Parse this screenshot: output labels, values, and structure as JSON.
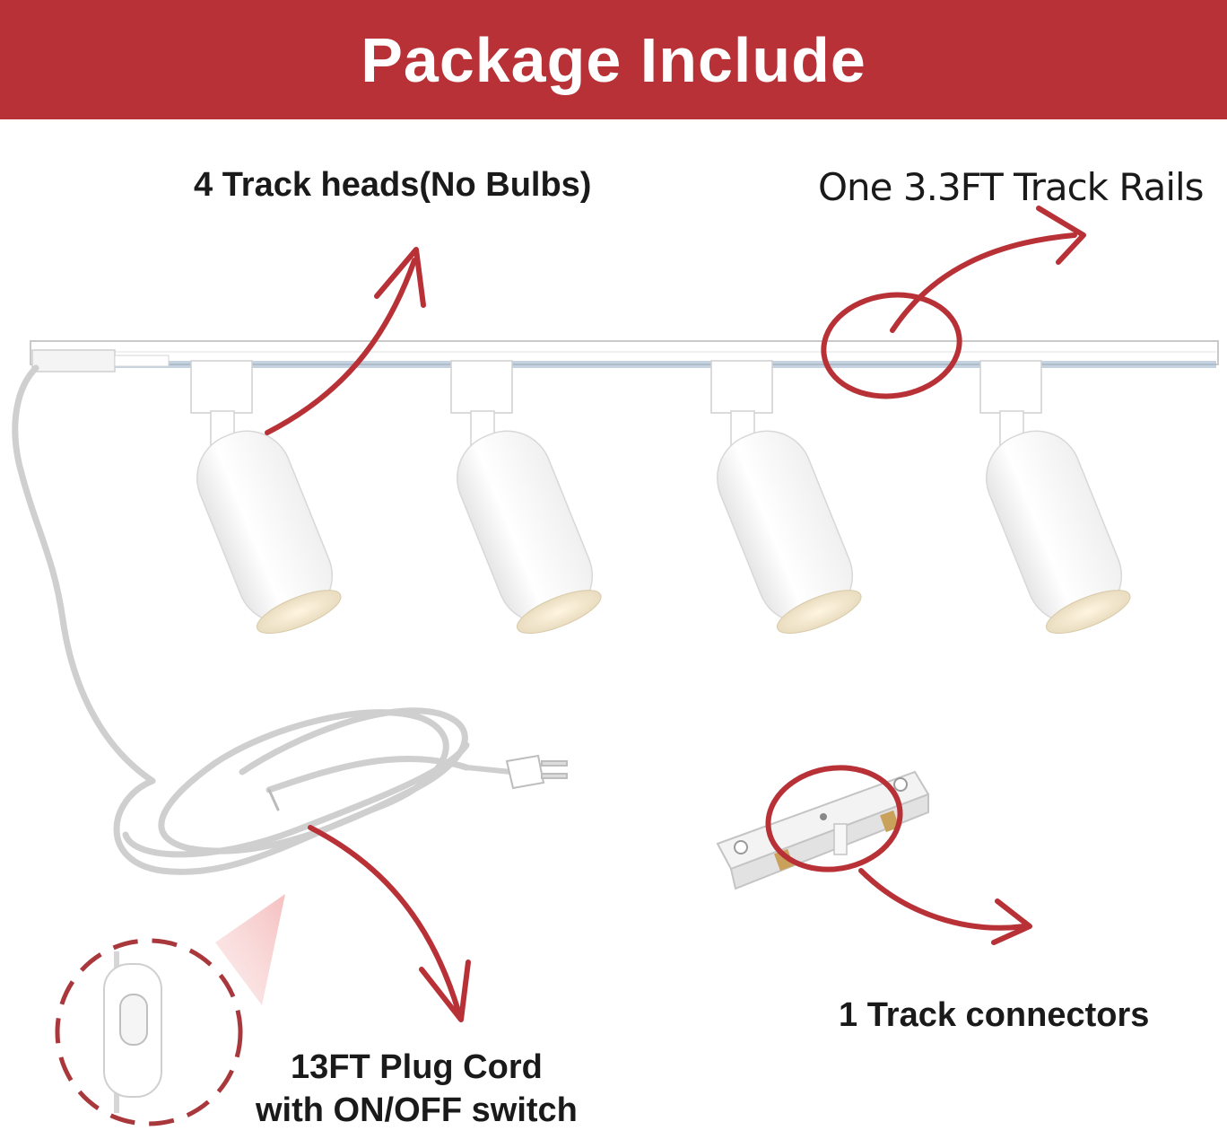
{
  "banner": {
    "title": "Package Include",
    "color": "#b83136"
  },
  "labels": {
    "track_heads": "4 Track heads(No Bulbs)",
    "track_rail": "One 3.3FT Track Rails",
    "connector": "1 Track connectors",
    "cord_line1": "13FT Plug Cord",
    "cord_line2": "with ON/OFF switch"
  },
  "colors": {
    "accent": "#b83136",
    "fixture": "#ffffff",
    "outline": "#c9c9c9"
  },
  "icons": [
    "track-head-icon",
    "track-rail-icon",
    "plug-cord-icon",
    "switch-icon",
    "connector-icon"
  ]
}
